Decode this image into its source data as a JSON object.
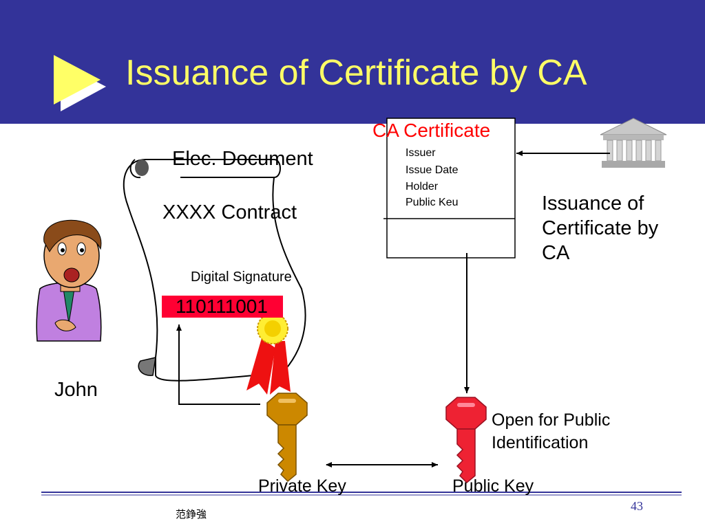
{
  "slide": {
    "title": "Issuance of Certificate by CA",
    "page_number": "43",
    "footer_author": "范錚強"
  },
  "colors": {
    "header_bg": "#333399",
    "title_text": "#ffff66",
    "ca_certificate_title": "#ff0000",
    "signature_bar": "#ff0033",
    "private_key": "#cc8800",
    "public_key": "#ee2233"
  },
  "ca_certificate": {
    "title": "CA Certificate",
    "fields": [
      "Issuer",
      "Issue Date",
      "Holder",
      "Public Keu"
    ]
  },
  "document": {
    "title": "Elec. Document",
    "contract": "XXXX Contract",
    "signature_label": "Digital Signature",
    "signature_bits": "110111001"
  },
  "labels": {
    "issuance_lines": [
      "Issuance of",
      "Certificate by",
      "CA"
    ],
    "person": "John",
    "open_lines": [
      "Open for Public",
      "Identification"
    ],
    "private_key": "Private Key",
    "public_key": "Public Key"
  },
  "icons": {
    "play": "play-triangle-icon",
    "bank": "bank-building-icon",
    "person": "man-cartoon-icon",
    "scroll": "scroll-document-icon",
    "ribbon": "award-ribbon-icon",
    "private_key": "key-icon",
    "public_key": "key-icon"
  }
}
